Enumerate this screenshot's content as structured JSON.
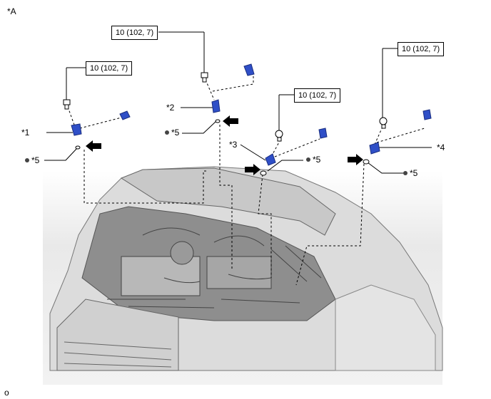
{
  "figure_tag": "*A",
  "footer_code": "o",
  "torque_label": "10 (102, 7)",
  "callouts": {
    "c1": "*1",
    "c2": "*2",
    "c3": "*3",
    "c4": "*4",
    "c5": "*5"
  },
  "colors": {
    "part_blue": "#2f4fc7",
    "line": "#000000",
    "gasket_dot": "#444444"
  }
}
